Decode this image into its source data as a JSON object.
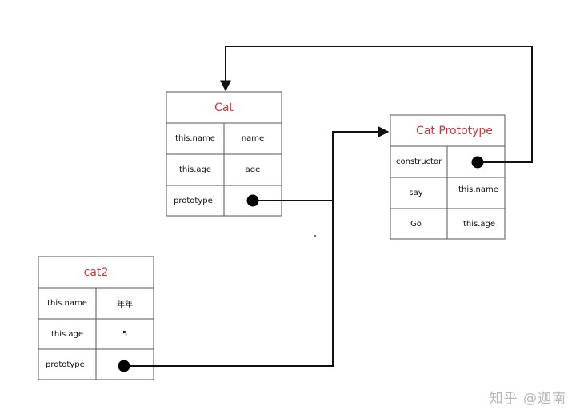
{
  "colors": {
    "title_red": "#d13438",
    "line": "#111111",
    "border": "#555555"
  },
  "tables": {
    "cat": {
      "title": "Cat",
      "rows": [
        {
          "key": "this.name",
          "value": "name"
        },
        {
          "key": "this.age",
          "value": "age"
        },
        {
          "key": "prototype",
          "value": ""
        }
      ]
    },
    "cat_prototype": {
      "title": "Cat Prototype",
      "rows": [
        {
          "key": "constructor",
          "value": ""
        },
        {
          "key": "say",
          "value": "this.name"
        },
        {
          "key": "Go",
          "value": "this.age"
        }
      ]
    },
    "cat2": {
      "title": "cat2",
      "rows": [
        {
          "key": "this.name",
          "value": "年年"
        },
        {
          "key": "this.age",
          "value": "5"
        },
        {
          "key": "prototype",
          "value": ""
        }
      ]
    }
  },
  "watermark": "知乎 @迦南"
}
